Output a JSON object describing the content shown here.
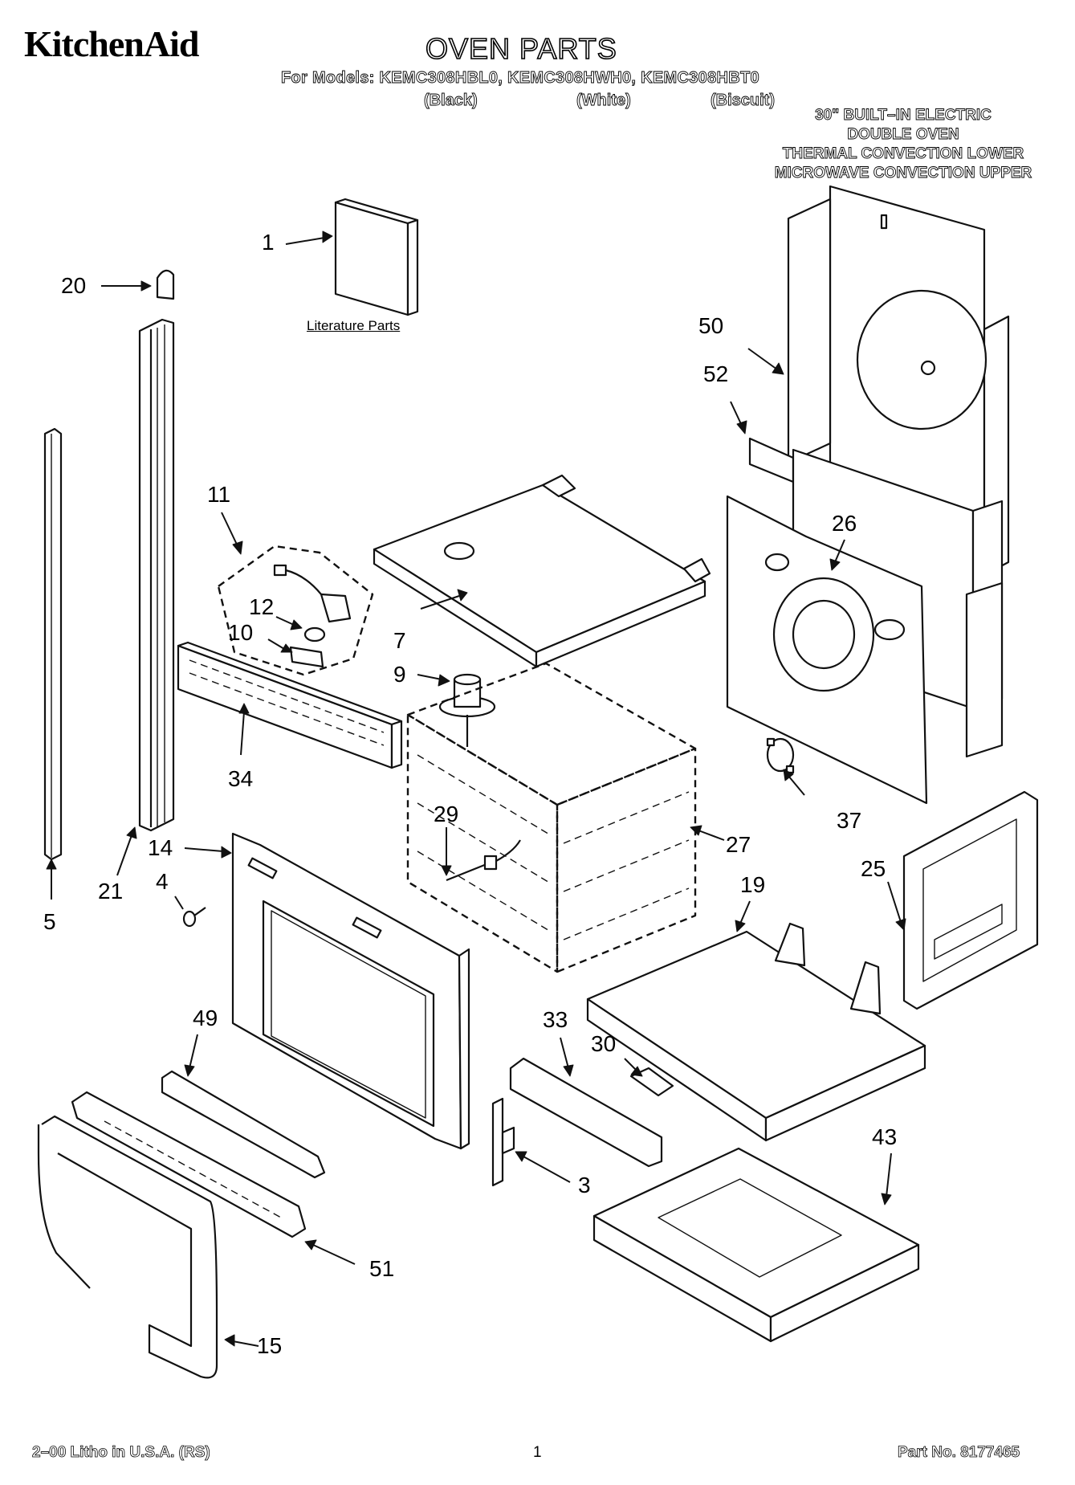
{
  "header": {
    "brand": "KitchenAid",
    "title": "OVEN PARTS",
    "models_line": "For Models: KEMC308HBL0, KEMC308HWH0, KEMC308HBT0",
    "finishes": [
      "(Black)",
      "(White)",
      "(Biscuit)"
    ],
    "description": [
      "30\" BUILT–IN ELECTRIC",
      "DOUBLE OVEN",
      "THERMAL CONVECTION LOWER",
      "MICROWAVE CONVECTION UPPER"
    ]
  },
  "literature_label": "Literature Parts",
  "callouts": [
    "1",
    "20",
    "50",
    "52",
    "26",
    "11",
    "12",
    "10",
    "7",
    "9",
    "34",
    "29",
    "27",
    "37",
    "14",
    "4",
    "21",
    "5",
    "19",
    "25",
    "49",
    "33",
    "30",
    "43",
    "3",
    "51",
    "15"
  ],
  "footer": {
    "litho": "2–00 Litho in U.S.A. (RS)",
    "page_number": "1",
    "part_number": "Part No. 8177465"
  }
}
